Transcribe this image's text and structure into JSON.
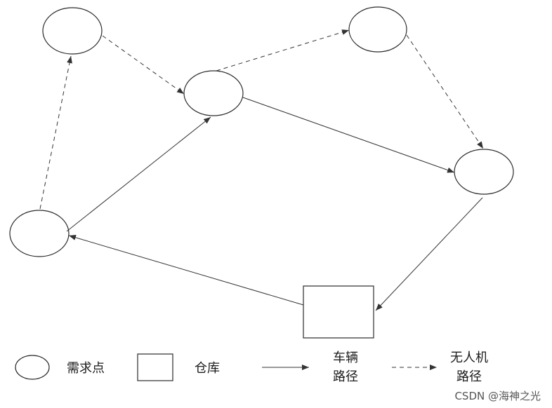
{
  "legend": {
    "demand_point": "需求点",
    "warehouse": "仓库",
    "vehicle_path_line1": "车辆",
    "vehicle_path_line2": "路径",
    "drone_path_line1": "无人机",
    "drone_path_line2": "路径"
  },
  "watermark": "CSDN @海神之光"
}
